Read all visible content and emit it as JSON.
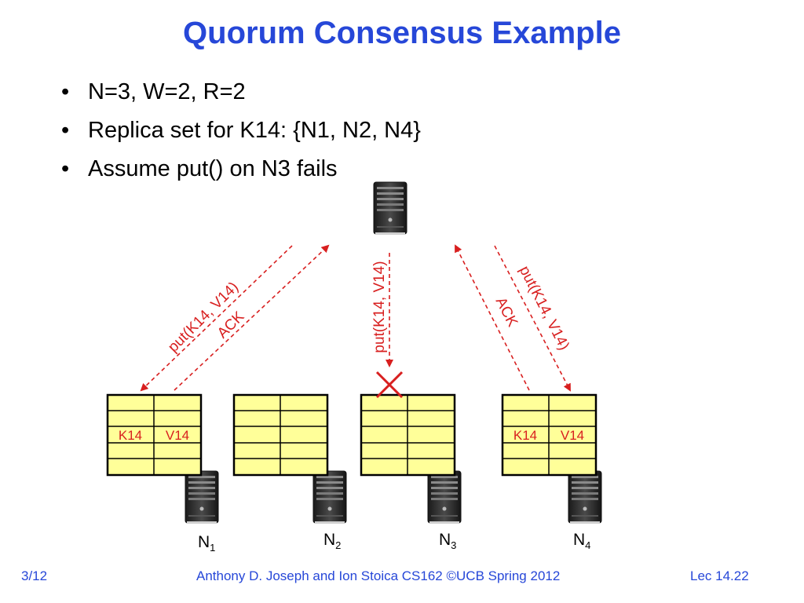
{
  "slide": {
    "title": "Quorum Consensus Example",
    "bullets": [
      {
        "text": "N=3, W=2, R=2"
      },
      {
        "text": "Replica set for K14: {N1, N2, N4}"
      },
      {
        "text": "Assume put() on N3 fails"
      }
    ]
  },
  "diagram": {
    "message_color": "#d81f1f",
    "table_fill": "#ffff99",
    "messages": {
      "put_n1": "put(K14, V14)",
      "ack_n1": "ACK",
      "put_n3": "put(K14, V14)",
      "ack_n4": "ACK",
      "put_n4": "put(K14, V14)"
    },
    "nodes": [
      {
        "name": "N",
        "sub": "1",
        "key": "K14",
        "value": "V14"
      },
      {
        "name": "N",
        "sub": "2",
        "key": "",
        "value": ""
      },
      {
        "name": "N",
        "sub": "3",
        "key": "",
        "value": ""
      },
      {
        "name": "N",
        "sub": "4",
        "key": "K14",
        "value": "V14"
      }
    ]
  },
  "footer": {
    "page": "3/12",
    "credit": "Anthony D. Joseph and Ion Stoica CS162 ©UCB Spring 2012",
    "lecture": "Lec 14.22"
  }
}
